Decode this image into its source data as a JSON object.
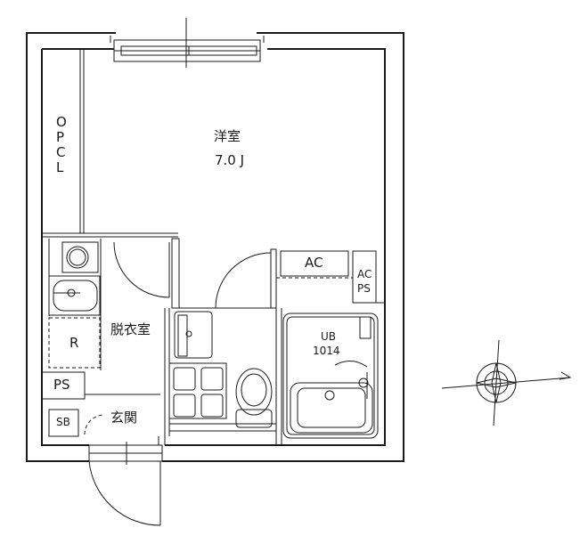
{
  "rooms": {
    "western_room": {
      "name": "洋室",
      "size": "7.0 J"
    },
    "closet": {
      "letters": [
        "O",
        "P",
        "C",
        "L"
      ]
    },
    "ac": "AC",
    "ac_ps": [
      "AC",
      "PS"
    ],
    "unit_bath": {
      "name": "UB",
      "model": "1014"
    },
    "dressing_room": "脱衣室",
    "refrigerator": "R",
    "ps": "PS",
    "shoe_box": "SB",
    "entrance": "玄関"
  },
  "colors": {
    "line": "#1a1a1a",
    "background": "#ffffff"
  },
  "icons": [
    "compass-rose-icon",
    "washing-machine-icon",
    "washbasin-icon",
    "toilet-icon",
    "bathtub-icon"
  ]
}
